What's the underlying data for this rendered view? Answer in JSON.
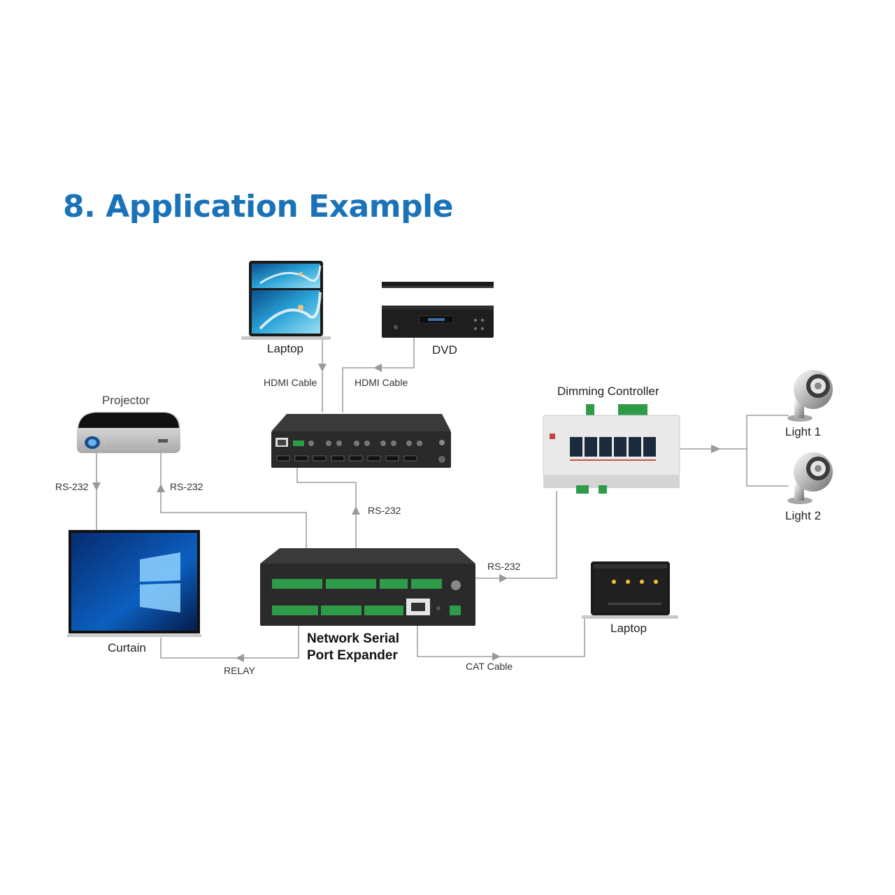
{
  "header": {
    "title": "8. Application Example"
  },
  "devices": {
    "laptop_top": "Laptop",
    "dvd": "DVD",
    "projector": "Projector",
    "dimming_controller": "Dimming Controller",
    "light_1": "Light 1",
    "light_2": "Light 2",
    "curtain": "Curtain",
    "laptop_right": "Laptop",
    "expander_line1": "Network Serial",
    "expander_line2": "Port Expander"
  },
  "cables": {
    "hdmi_laptop": "HDMI Cable",
    "hdmi_dvd": "HDMI Cable",
    "rs232_projector_left": "RS-232",
    "rs232_projector_right": "RS-232",
    "rs232_matrix": "RS-232",
    "rs232_dimmer": "RS-232",
    "relay": "RELAY",
    "cat": "CAT Cable"
  },
  "colors": {
    "title": "#1a73b8",
    "line": "#8a8a8a",
    "terminal": "#2e9b48",
    "device_body": "#2c2c2c"
  },
  "icons": [
    "laptop-icon",
    "dvd-player-icon",
    "projector-icon",
    "hdmi-matrix-icon",
    "dimming-controller-icon",
    "spotlight-icon",
    "monitor-icon",
    "serial-expander-icon"
  ]
}
